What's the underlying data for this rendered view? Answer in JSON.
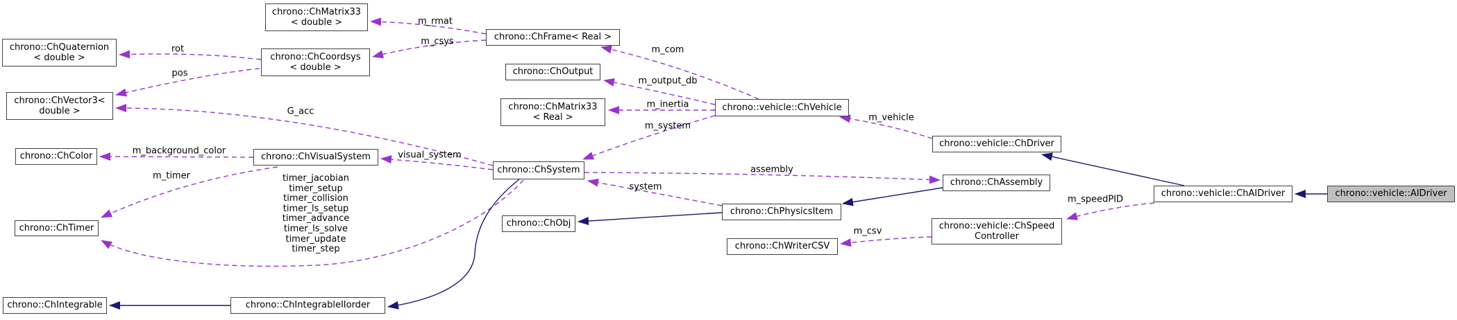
{
  "diagram": {
    "type": "doxygen-collaboration-graph",
    "target_class": "chrono::vehicle::AIDriver"
  },
  "colors": {
    "usage_edge": "#9a32cd",
    "inheritance_edge": "#191970",
    "node_fill": "#ffffff",
    "node_border": "#404040",
    "current_node_fill": "#bfbfbf",
    "text": "#000000",
    "background": "#ffffff"
  },
  "nodes": {
    "chmatrix33_double": {
      "line1": "chrono::ChMatrix33",
      "line2": "< double >"
    },
    "chquaternion": {
      "line1": "chrono::ChQuaternion",
      "line2": "< double >"
    },
    "chcoordsys": {
      "line1": "chrono::ChCoordsys",
      "line2": "< double >"
    },
    "chframe": {
      "label": "chrono::ChFrame< Real >"
    },
    "chvector3": {
      "line1": "chrono::ChVector3<",
      "line2": "double >"
    },
    "choutput": {
      "label": "chrono::ChOutput"
    },
    "chmatrix33_real": {
      "line1": "chrono::ChMatrix33",
      "line2": "< Real >"
    },
    "chvehicle": {
      "label": "chrono::vehicle::ChVehicle"
    },
    "chcolor": {
      "label": "chrono::ChColor"
    },
    "chvisualsystem": {
      "label": "chrono::ChVisualSystem"
    },
    "chsystem": {
      "label": "chrono::ChSystem"
    },
    "chdriver": {
      "label": "chrono::vehicle::ChDriver"
    },
    "chassembly": {
      "label": "chrono::ChAssembly"
    },
    "chtimer": {
      "label": "chrono::ChTimer"
    },
    "chphysicsitem": {
      "label": "chrono::ChPhysicsItem"
    },
    "chobj": {
      "label": "chrono::ChObj"
    },
    "chspeedcontroller": {
      "line1": "chrono::vehicle::ChSpeed",
      "line2": "Controller"
    },
    "chwritercsv": {
      "label": "chrono::ChWriterCSV"
    },
    "chaidriver": {
      "label": "chrono::vehicle::ChAIDriver"
    },
    "aidriver": {
      "label": "chrono::vehicle::AIDriver"
    },
    "chintegrable": {
      "label": "chrono::ChIntegrable"
    },
    "chintegrableiiorder": {
      "label": "chrono::ChIntegrableIIorder"
    }
  },
  "edge_labels": {
    "m_rmat": "m_rmat",
    "m_csys": "m_csys",
    "rot": "rot",
    "pos": "pos",
    "m_com": "m_com",
    "m_output_db": "m_output_db",
    "m_inertia": "m_inertia",
    "m_system": "m_system",
    "m_vehicle": "m_vehicle",
    "G_acc": "G_acc",
    "m_background_color": "m_background_color",
    "m_timer": "m_timer",
    "visual_system": "visual_system",
    "assembly": "assembly",
    "system": "system",
    "m_csv": "m_csv",
    "m_speedPID": "m_speedPID",
    "timer_members": [
      "timer_jacobian",
      "timer_setup",
      "timer_collision",
      "timer_ls_setup",
      "timer_advance",
      "timer_ls_solve",
      "timer_update",
      "timer_step"
    ]
  }
}
